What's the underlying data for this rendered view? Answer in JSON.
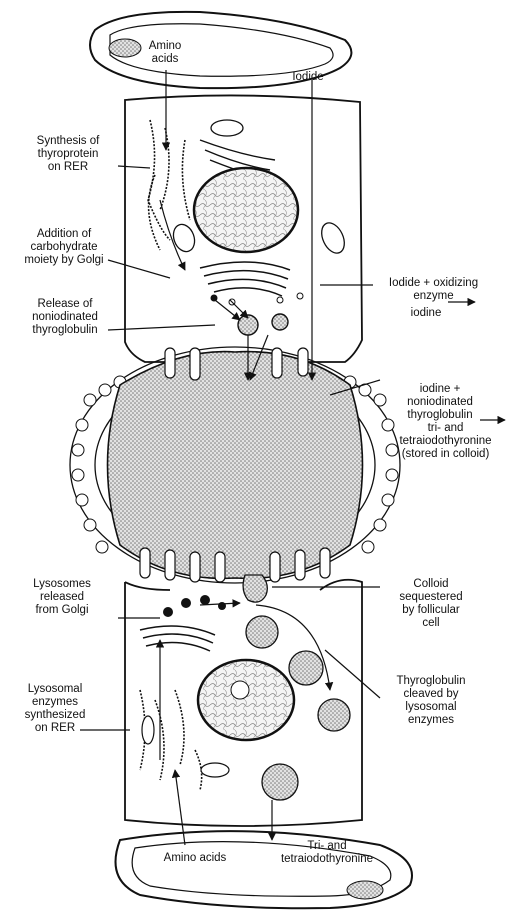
{
  "labels": {
    "amino_acids_top": "Amino\nacids",
    "iodide_top": "Iodide",
    "synthesis": "Synthesis of\nthyroprotein\non RER",
    "addition": "Addition of\ncarbohydrate\nmoiety by Golgi",
    "release": "Release of\nnoniodinated\nthyroglobulin",
    "iodide_oxidizing": "Iodide + oxidizing\nenzyme",
    "iodine_1": "iodine",
    "iodine_noniodinated": "iodine +\nnoniodinated\nthyroglobulin",
    "tri_tetra_stored": "tri- and\ntetraiodothyronine\n(stored in colloid)",
    "lysosomes": "Lysosomes\nreleased\nfrom Golgi",
    "colloid": "Colloid\nsequestered\nby follicular\ncell",
    "lysosomal": "Lysosomal\nenzymes\nsynthesized\non RER",
    "thyroglobulin_cleaved": "Thyroglobulin\ncleaved by\nlysosomal\nenzymes",
    "amino_acids_bottom": "Amino acids",
    "tri_tetra_bottom": "Tri- and\ntetraiodothyronine"
  },
  "colors": {
    "ink": "#111111",
    "colloid_fill": "#bdbdbd",
    "background": "#ffffff"
  }
}
